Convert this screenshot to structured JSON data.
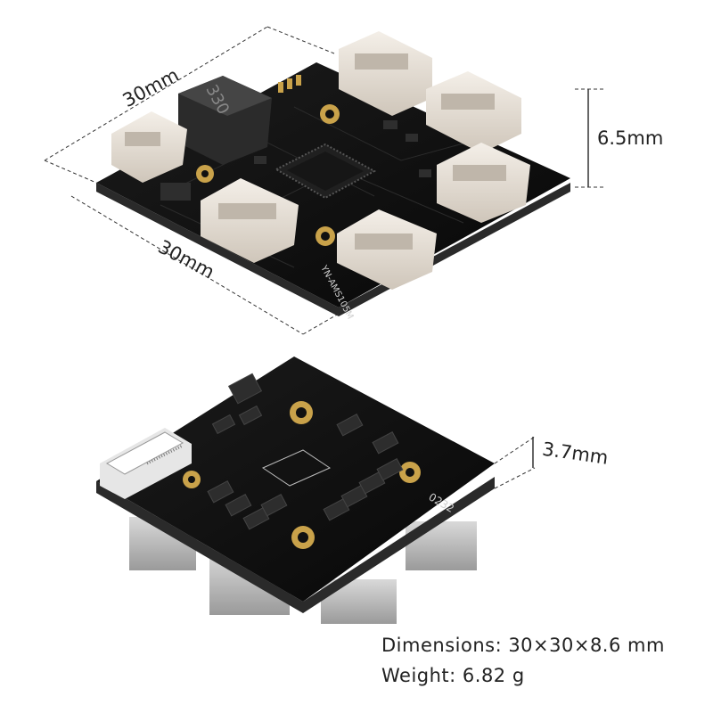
{
  "top_board": {
    "width_label": "30mm",
    "depth_label": "30mm",
    "height_label": "6.5mm",
    "inductor_marking": "330",
    "edge_marking": "YN-AMS105M"
  },
  "bottom_board": {
    "height_label": "3.7mm",
    "edge_marking": "0232"
  },
  "specs": {
    "dimensions": "Dimensions: 30×30×8.6 mm",
    "weight": "Weight: 6.82 g"
  },
  "colors": {
    "pcb": "#111111",
    "pcb_edge": "#2a2a2a",
    "connector": "#e8e0d6",
    "gold_pad": "#c9a24a",
    "heatsink": "#bdbdbd"
  }
}
